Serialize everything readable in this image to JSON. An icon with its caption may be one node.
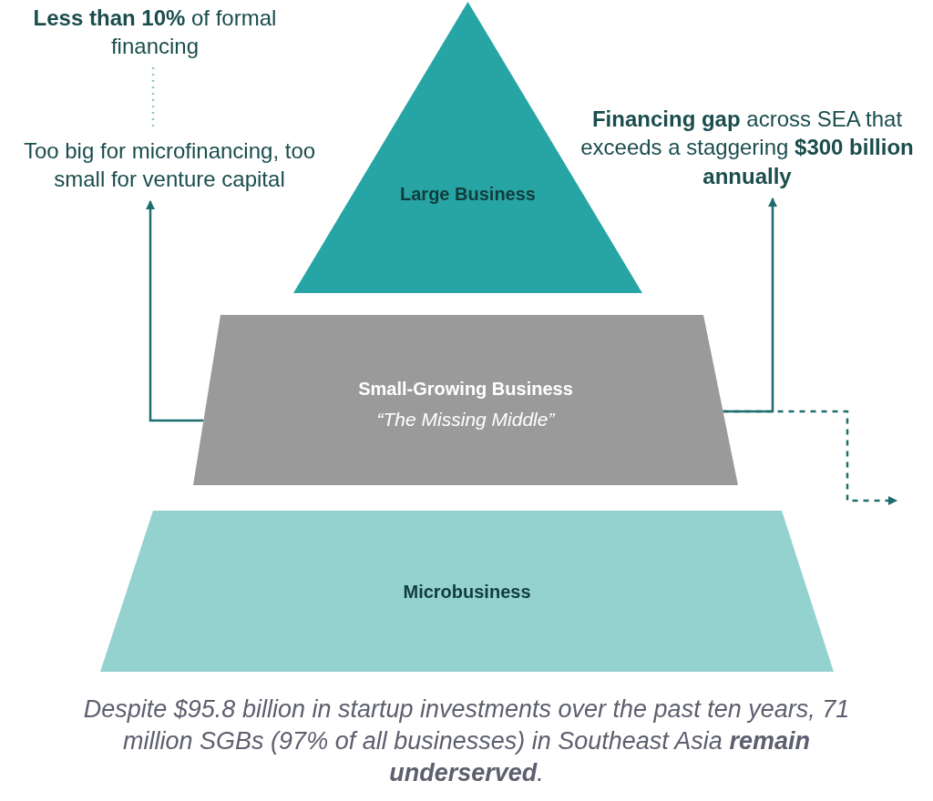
{
  "diagram": {
    "caption": "Despite $95.8 billion in startup investments over the past ten years, 71 million SGBs (97% of all businesses) in Southeast Asia **remain underserved**.",
    "nodes": [
      {
        "text": [
          "Large Business"
        ]
      },
      {
        "text": [
          "Small-Growing Business",
          "“The Missing Middle”"
        ]
      },
      {
        "text": [
          "Microbusiness"
        ]
      },
      {
        "text": [
          "**Less than 10%** of formal financing"
        ]
      },
      {
        "text": [
          "Too big for microfinancing, too small for venture capital"
        ]
      },
      {
        "text": [
          "**Financing gap** across SEA that exceeds a staggering **$300 billion annually**"
        ]
      }
    ],
    "edges": [
      {
        "from": 3,
        "to": 4,
        "arrow": "none",
        "style": "dashed",
        "color": "#8cc7c5"
      },
      {
        "from": 1,
        "to": 4,
        "arrow": "to"
      },
      {
        "from": 1,
        "to": 5,
        "arrow": "to"
      },
      {
        "from": 1,
        "to": null,
        "arrow": "to",
        "style": "dashed"
      }
    ]
  }
}
